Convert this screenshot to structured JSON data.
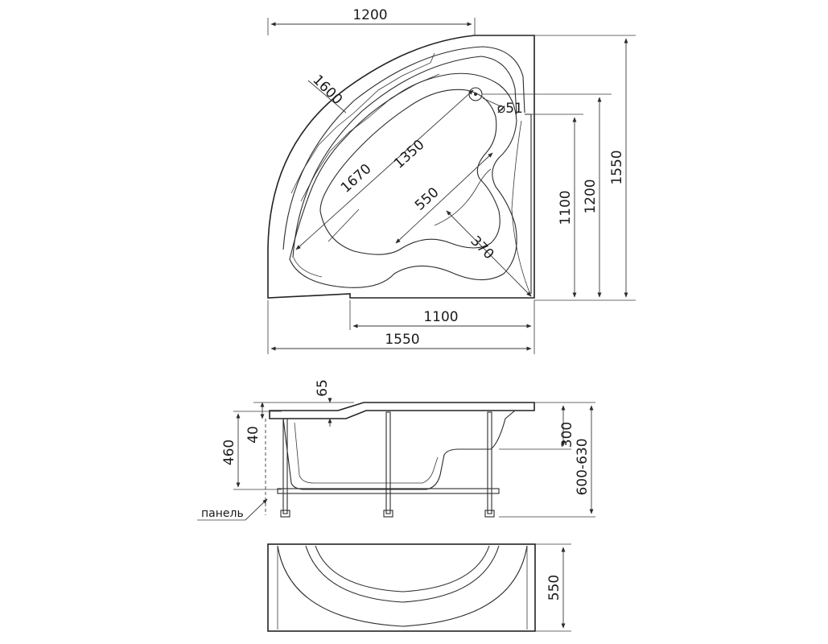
{
  "top_view": {
    "dim_top_width": "1200",
    "dim_diagonal_outer": "1600",
    "dim_drain": "⌀51",
    "dim_inner_length": "1350",
    "dim_bowl_diagonal": "1670",
    "dim_bowl_width": "550",
    "dim_seat": "370",
    "dim_right_inner": "1100",
    "dim_right_mid": "1200",
    "dim_right_outer": "1550",
    "dim_bottom_inner": "1100",
    "dim_bottom_outer": "1550"
  },
  "side_view": {
    "dim_rim_step": "65",
    "dim_rim": "40",
    "dim_depth": "460",
    "dim_seat_height": "300",
    "dim_total_height": "600-630",
    "panel_label": "панель"
  },
  "front_view": {
    "dim_panel_height": "550"
  }
}
